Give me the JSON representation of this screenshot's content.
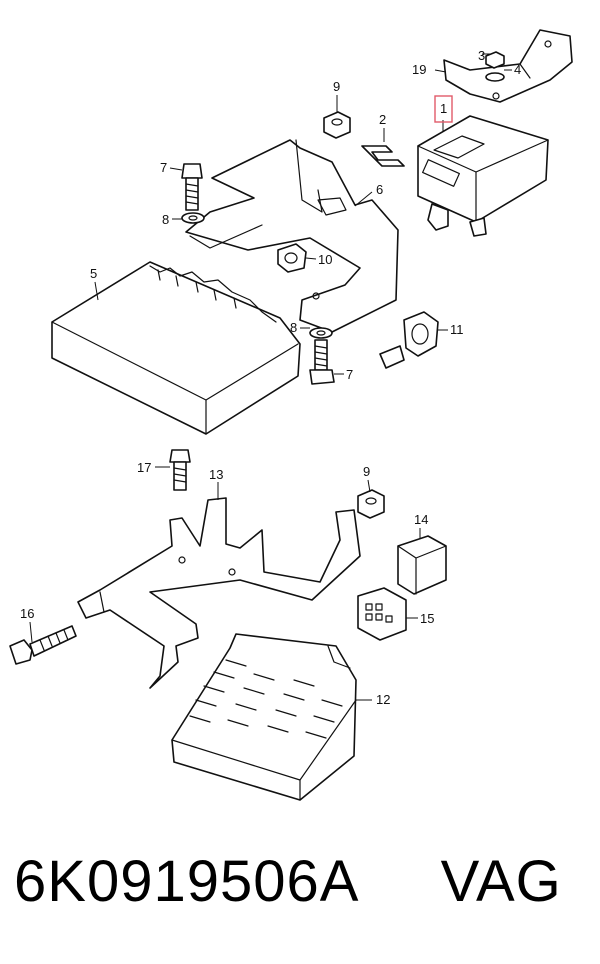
{
  "callouts": {
    "c1": "1",
    "c2": "2",
    "c3": "3",
    "c4": "4",
    "c5": "5",
    "c6": "6",
    "c7a": "7",
    "c7b": "7",
    "c8a": "8",
    "c8b": "8",
    "c9a": "9",
    "c9b": "9",
    "c10": "10",
    "c11": "11",
    "c12": "12",
    "c13": "13",
    "c14": "14",
    "c15": "15",
    "c16": "16",
    "c17": "17",
    "c19": "19"
  },
  "caption": {
    "part_number": "6K0919506A",
    "brand": "VAG"
  },
  "colors": {
    "highlight": "#e05a6a",
    "line": "#111111"
  }
}
